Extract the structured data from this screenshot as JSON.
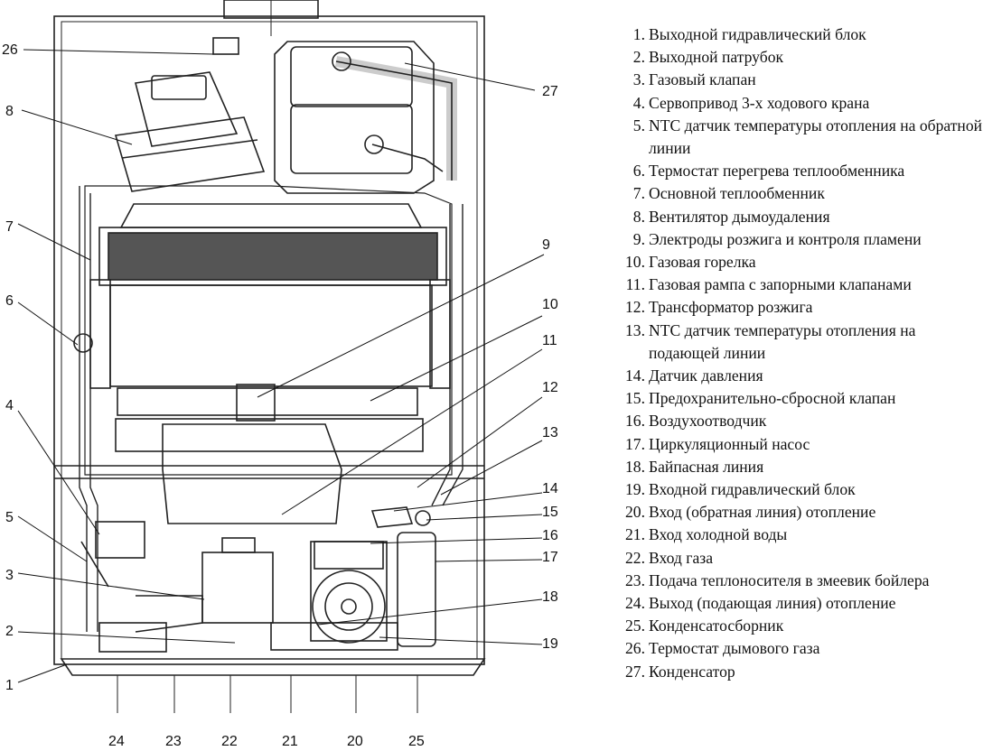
{
  "legend": [
    {
      "num": "1.",
      "text": "Выходной гидравлический блок"
    },
    {
      "num": "2.",
      "text": "Выходной патрубок"
    },
    {
      "num": "3.",
      "text": "Газовый клапан"
    },
    {
      "num": "4.",
      "text": "Сервопривод 3-х ходового крана"
    },
    {
      "num": "5.",
      "text": "NTC датчик температуры отопления на обратной линии"
    },
    {
      "num": "6.",
      "text": "Термостат перегрева теплообменника"
    },
    {
      "num": "7.",
      "text": "Основной теплообменник"
    },
    {
      "num": "8.",
      "text": "Вентилятор дымоудаления"
    },
    {
      "num": "9.",
      "text": "Электроды розжига и контроля пламени"
    },
    {
      "num": "10.",
      "text": "Газовая горелка"
    },
    {
      "num": "11.",
      "text": "Газовая рампа с запорными клапанами"
    },
    {
      "num": "12.",
      "text": "Трансформатор розжига"
    },
    {
      "num": "13.",
      "text": "NTC датчик температуры отопления на подающей линии"
    },
    {
      "num": "14.",
      "text": "Датчик давления"
    },
    {
      "num": "15.",
      "text": "Предохранительно-сбросной клапан"
    },
    {
      "num": "16.",
      "text": "Воздухоотводчик"
    },
    {
      "num": "17.",
      "text": "Циркуляционный насос"
    },
    {
      "num": "18.",
      "text": "Байпасная линия"
    },
    {
      "num": "19.",
      "text": "Входной гидравлический блок"
    },
    {
      "num": "20.",
      "text": "Вход (обратная линия) отопление"
    },
    {
      "num": "21.",
      "text": "Вход холодной воды"
    },
    {
      "num": "22.",
      "text": "Вход газа"
    },
    {
      "num": "23.",
      "text": "Подача теплоносителя в змеевик бойлера"
    },
    {
      "num": "24.",
      "text": "Выход (подающая линия) отопление"
    },
    {
      "num": "25.",
      "text": "Конденсатосборник"
    },
    {
      "num": "26.",
      "text": "Термостат дымового газа"
    },
    {
      "num": "27.",
      "text": "Конденсатор"
    }
  ],
  "callouts": {
    "c1": "1",
    "c2": "2",
    "c3": "3",
    "c4": "4",
    "c5": "5",
    "c6": "6",
    "c7": "7",
    "c8": "8",
    "c9": "9",
    "c10": "10",
    "c11": "11",
    "c12": "12",
    "c13": "13",
    "c14": "14",
    "c15": "15",
    "c16": "16",
    "c17": "17",
    "c18": "18",
    "c19": "19",
    "c20": "20",
    "c21": "21",
    "c22": "22",
    "c23": "23",
    "c24": "24",
    "c25": "25",
    "c26": "26",
    "c27": "27"
  }
}
